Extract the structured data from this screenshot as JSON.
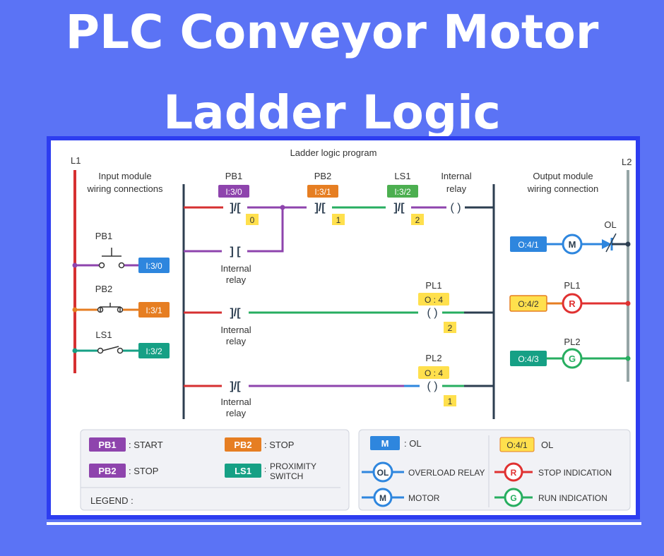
{
  "title": {
    "line1": "PLC Conveyor Motor",
    "line2": "Ladder Logic"
  },
  "diagram": {
    "heading": "Ladder logic program",
    "rail_left": "L1",
    "rail_right": "L2",
    "input_module_label_1": "Input module",
    "input_module_label_2": "wiring connections",
    "output_module_label_1": "Output module",
    "output_module_label_2": "wiring connection",
    "inputs": [
      {
        "name": "PB1",
        "addr": "I:3/0"
      },
      {
        "name": "PB2",
        "addr": "I:3/1"
      },
      {
        "name": "LS1",
        "addr": "I:3/2"
      }
    ],
    "rung1": {
      "contacts": [
        {
          "name": "PB1",
          "addr": "I:3/0",
          "bit": "0"
        },
        {
          "name": "PB2",
          "addr": "I:3/1",
          "bit": "1"
        },
        {
          "name": "LS1",
          "addr": "I:3/2",
          "bit": "2"
        }
      ],
      "coil_label_1": "Internal",
      "coil_label_2": "relay"
    },
    "seal_label_1": "Internal",
    "seal_label_2": "relay",
    "rung2": {
      "contact_label_1": "Internal",
      "contact_label_2": "relay",
      "coil_name": "PL1",
      "coil_addr": "O : 4",
      "bit": "2"
    },
    "rung3": {
      "contact_label_1": "Internal",
      "contact_label_2": "relay",
      "coil_name": "PL2",
      "coil_addr": "O : 4",
      "bit": "1"
    },
    "outputs": [
      {
        "addr": "O:4/1",
        "symbol": "M",
        "extra": "OL"
      },
      {
        "addr": "O:4/2",
        "symbol": "R",
        "name": "PL1"
      },
      {
        "addr": "O:4/3",
        "symbol": "G",
        "name": "PL2"
      }
    ],
    "legend": {
      "left": [
        {
          "tag": "PB1",
          "text": ": START"
        },
        {
          "tag": "PB2",
          "text": ": STOP"
        },
        {
          "tag": "PB2",
          "text": ": STOP"
        },
        {
          "tag": "LS1",
          "text": "PROXIMITY",
          "text2": "SWITCH",
          "colon": ":"
        }
      ],
      "title": "LEGEND :",
      "right": [
        {
          "tag": "M",
          "text": ": OL"
        },
        {
          "tag": "O:4/1",
          "text": "OL"
        },
        {
          "symbol": "OL",
          "text": "OVERLOAD RELAY"
        },
        {
          "symbol": "R",
          "text": "STOP INDICATION"
        },
        {
          "symbol": "M",
          "text": "MOTOR"
        },
        {
          "symbol": "G",
          "text": "RUN INDICATION"
        }
      ]
    },
    "colors": {
      "purple": "#8e44ad",
      "orange": "#e67e22",
      "green": "#27ae60",
      "teal": "#16a085",
      "blue": "#2e86de",
      "yellow": "#ffe04d",
      "red": "#e03131",
      "rail_red": "#d63031",
      "rail_gray": "#7f8c8d"
    }
  }
}
